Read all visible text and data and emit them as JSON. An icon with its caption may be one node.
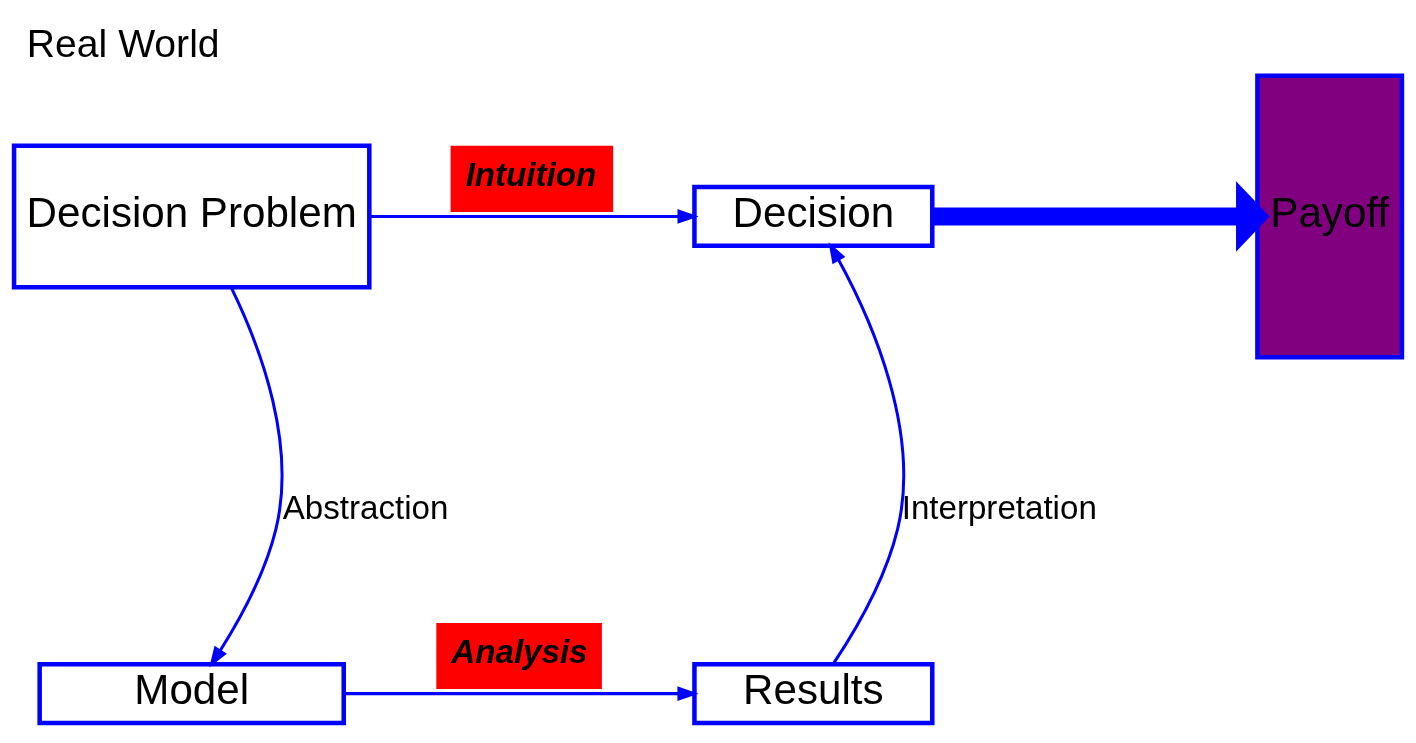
{
  "diagram": {
    "title": "Real World",
    "nodes": [
      {
        "text": [
          "Decision Problem"
        ]
      },
      {
        "text": [
          "Decision"
        ]
      },
      {
        "text": [
          "Payoff"
        ]
      },
      {
        "text": [
          "Model"
        ]
      },
      {
        "text": [
          "Results"
        ]
      }
    ],
    "edges": [
      {
        "from": 0,
        "to": 1,
        "arrow": "to",
        "label": "Intuition"
      },
      {
        "from": 0,
        "to": 3,
        "arrow": "to",
        "label": "Abstraction"
      },
      {
        "from": 3,
        "to": 4,
        "arrow": "to",
        "label": "Analysis"
      },
      {
        "from": 4,
        "to": 1,
        "arrow": "to",
        "label": "Interpretation"
      },
      {
        "from": 1,
        "to": 2,
        "arrow": "to",
        "style": "thick"
      }
    ]
  }
}
